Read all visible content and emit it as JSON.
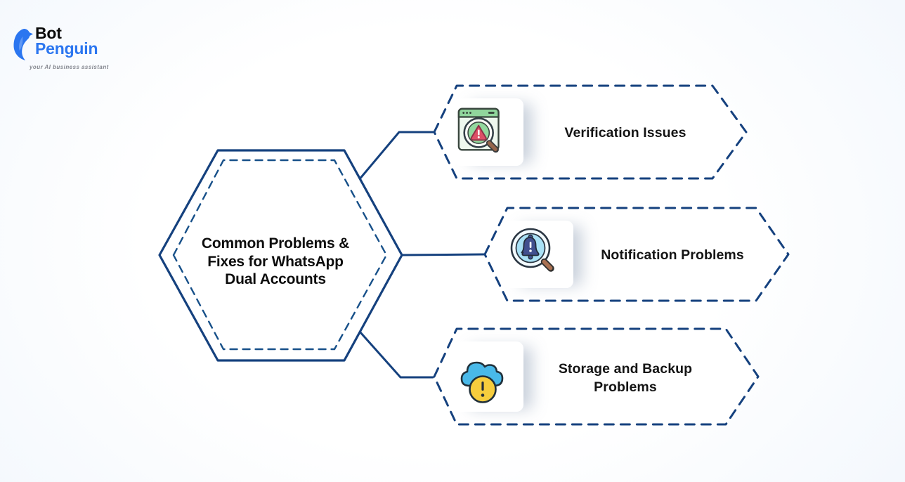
{
  "brand": {
    "name_top": "Bot",
    "name_bottom": "Penguin",
    "tagline": "your AI business assistant"
  },
  "center_node": {
    "title_lines": [
      "Common Problems &",
      "Fixes for WhatsApp",
      "Dual Accounts"
    ]
  },
  "nodes": [
    {
      "label_lines": [
        "Verification Issues"
      ],
      "icon": "browser-warning-magnifier-icon"
    },
    {
      "label_lines": [
        "Notification Problems"
      ],
      "icon": "bell-alert-magnifier-icon"
    },
    {
      "label_lines": [
        "Storage and Backup",
        "Problems"
      ],
      "icon": "cloud-warning-icon"
    }
  ],
  "colors": {
    "outline_navy": "#15417E",
    "dash_navy": "#175089",
    "logo_blue": "#2B76F0",
    "text_dark": "#141414",
    "bg_edge": "#E4ECFA",
    "icon_green": "#90D69C",
    "icon_red": "#DD5067",
    "icon_lens_blue": "#A9E1F6",
    "icon_bell_blue": "#41508F",
    "icon_cloud_blue": "#49B9E9",
    "icon_yellow": "#F6CD3D",
    "icon_handle_brown": "#A97051"
  }
}
